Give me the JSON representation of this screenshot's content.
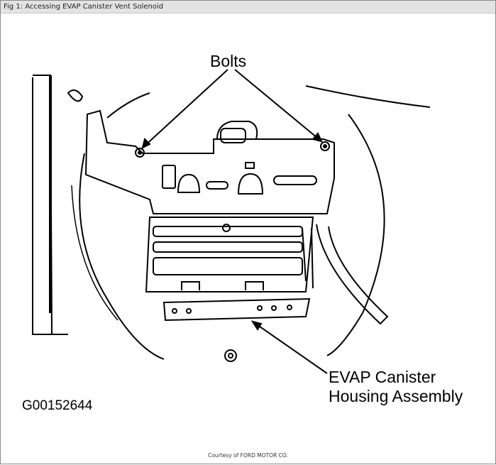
{
  "figure": {
    "title": "Fig 1: Accessing EVAP Canister Vent Solenoid",
    "labels": {
      "bolts": "Bolts",
      "assembly_line1": "EVAP Canister",
      "assembly_line2": "Housing Assembly",
      "figure_code": "G00152644"
    },
    "courtesy": "Courtesy of FORD MOTOR CO."
  }
}
